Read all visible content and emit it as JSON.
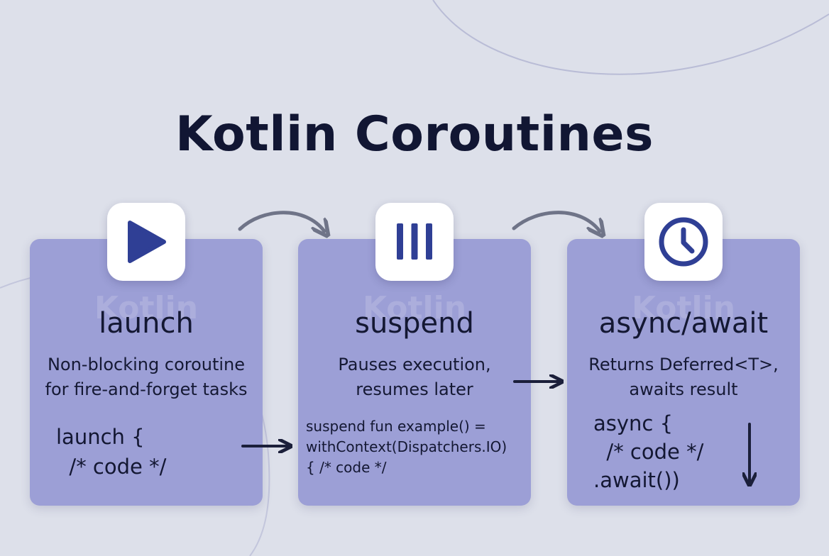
{
  "title": "Kotlin Coroutines",
  "colors": {
    "background": "#dde0ea",
    "card": "#9c9fd6",
    "icon_accent": "#2f3f95",
    "arrow": "#1b1f3a",
    "curve_arrow": "#6f7488"
  },
  "cards": [
    {
      "icon": "play-icon",
      "watermark": "Kotlin",
      "title": "launch",
      "description": [
        "Non-blocking coroutine",
        "for fire-and-forget tasks"
      ],
      "code": [
        "launch {",
        "  /* code */"
      ]
    },
    {
      "icon": "pause-icon",
      "watermark": "Kotlin",
      "title": "suspend",
      "description": [
        "Pauses execution,",
        "resumes later"
      ],
      "code": [
        "suspend fun example() =",
        "withContext(Dispatchers.IO)",
        "{ /* code */"
      ]
    },
    {
      "icon": "clock-icon",
      "watermark": "Kotlin",
      "title": "async/await",
      "description": [
        "Returns Deferred<T>,",
        "awaits result"
      ],
      "code": [
        "async {",
        "  /* code */",
        ".await())"
      ]
    }
  ]
}
